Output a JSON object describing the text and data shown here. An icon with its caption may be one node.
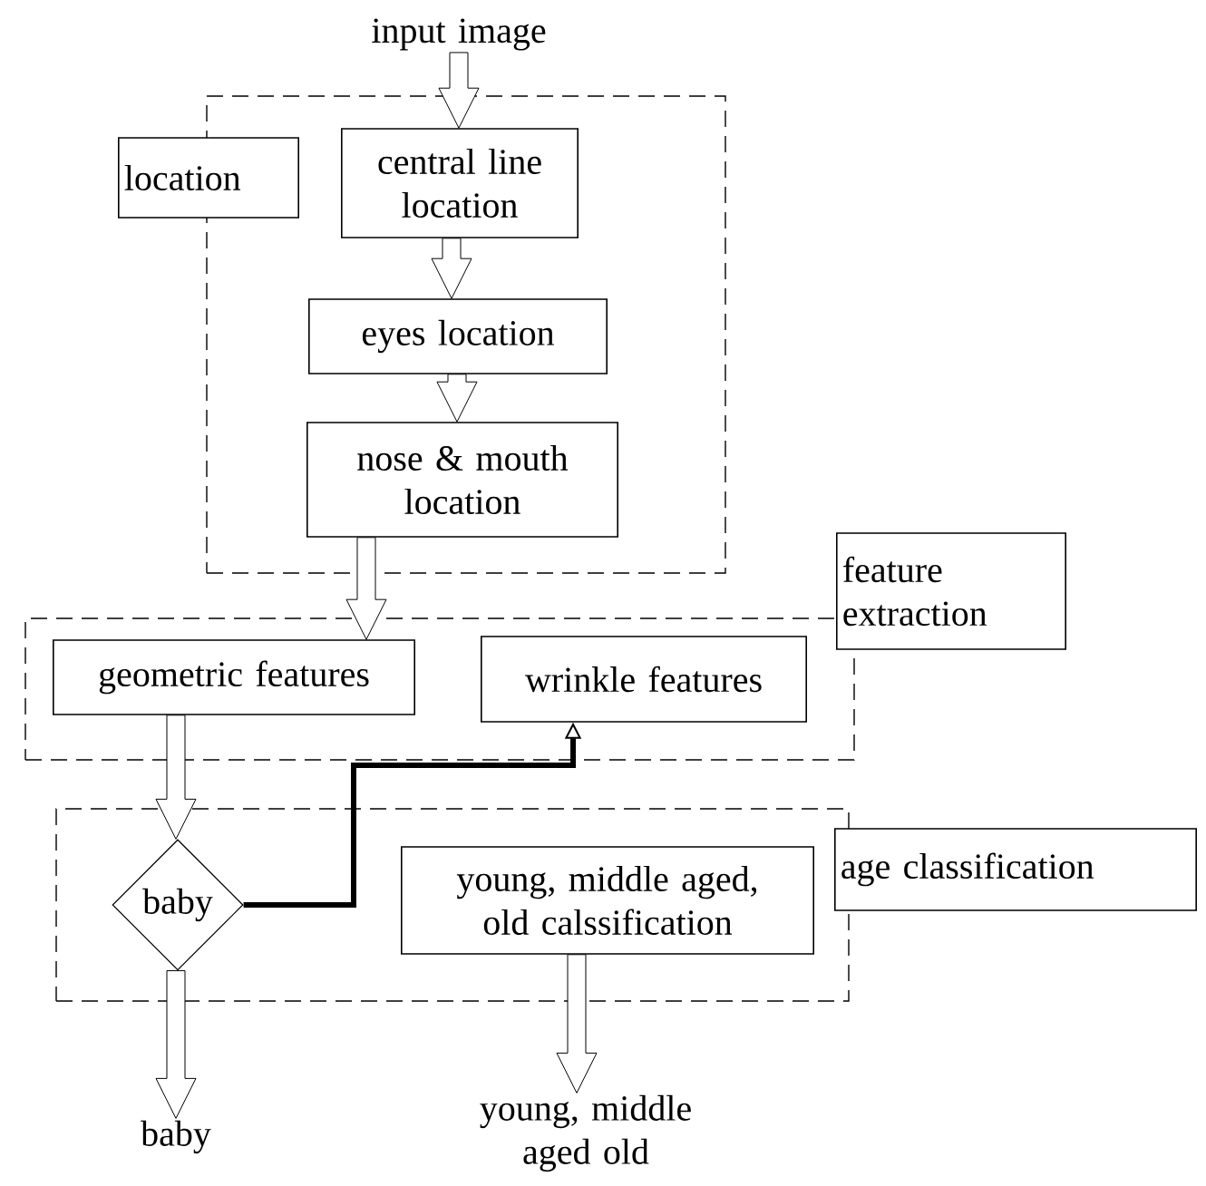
{
  "diagram": {
    "nodes": [
      {
        "text": [
          "input image"
        ]
      },
      {
        "text": [
          "location"
        ]
      },
      {
        "text": [
          "central line location"
        ],
        "in": 1
      },
      {
        "text": [
          "eyes location"
        ],
        "in": 1
      },
      {
        "text": [
          "nose & mouth location"
        ],
        "in": 1
      },
      {
        "text": [
          "feature extraction"
        ]
      },
      {
        "text": [
          "geometric features"
        ],
        "in": 5
      },
      {
        "text": [
          "wrinkle features"
        ],
        "in": 5
      },
      {
        "text": [
          "age classification"
        ]
      },
      {
        "text": [
          "baby"
        ],
        "in": 8
      },
      {
        "text": [
          "young, middle aged, old calssification"
        ],
        "in": 8
      },
      {
        "text": [
          "baby"
        ]
      },
      {
        "text": [
          "young, middle aged old"
        ]
      }
    ],
    "edges": [
      {
        "from": 0,
        "to": 2,
        "arrow": "to"
      },
      {
        "from": 2,
        "to": 3,
        "arrow": "to"
      },
      {
        "from": 3,
        "to": 4,
        "arrow": "to"
      },
      {
        "from": 4,
        "to": 6,
        "arrow": "to"
      },
      {
        "from": 6,
        "to": 9,
        "arrow": "to"
      },
      {
        "from": 9,
        "to": 7,
        "arrow": "to"
      },
      {
        "from": 9,
        "to": 11,
        "arrow": "to"
      },
      {
        "from": 10,
        "to": 12,
        "arrow": "to"
      }
    ]
  }
}
